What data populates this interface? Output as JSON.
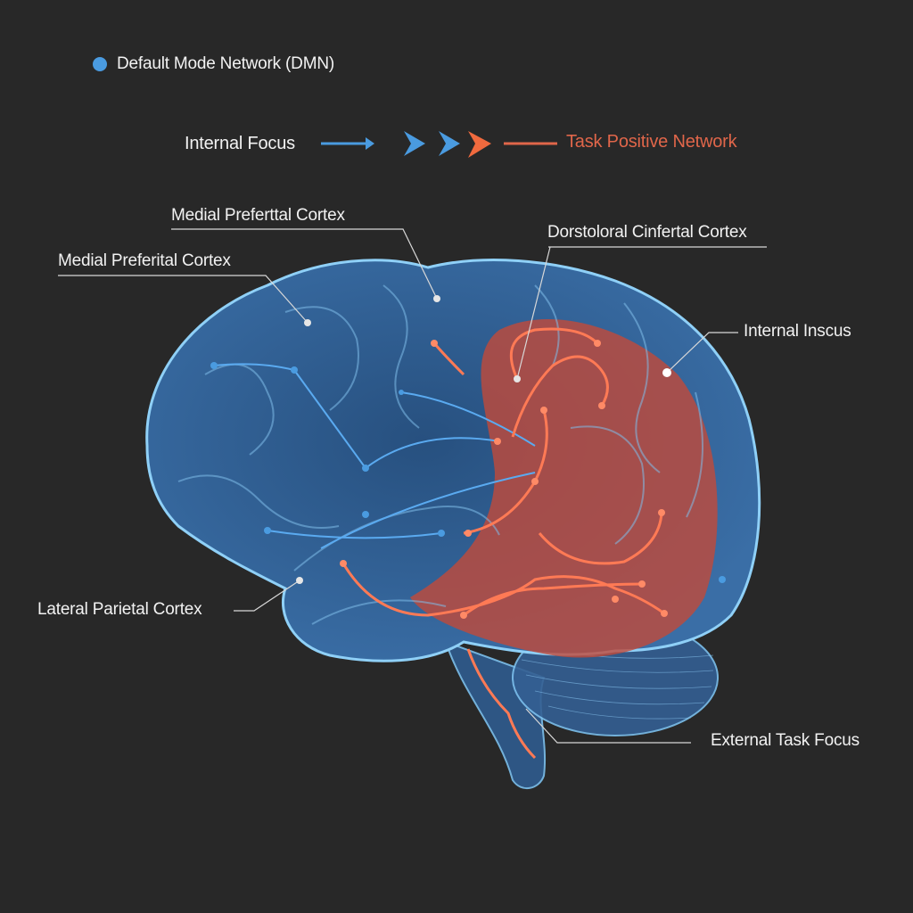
{
  "legend": {
    "label": "Default Mode Network (DMN)",
    "color": "#4a9be0"
  },
  "flow": {
    "left_label": "Internal Focus",
    "right_label": "Task Positive Network",
    "left_color": "#4a9be0",
    "right_color": "#e8613d"
  },
  "labels": {
    "medial_prefrontal_top": "Medial Preferttal Cortex",
    "medial_prefrontal_left": "Medial Preferital Cortex",
    "dorsolateral": "Dorstoloral Cinfertal Cortex",
    "internal_inscus": "Internal Inscus",
    "lateral_parietal": "Lateral Parietal Cortex",
    "external_task": "External Task Focus"
  },
  "colors": {
    "brain": "#2f5c91",
    "brain_edge": "#7cc0ee",
    "task_region": "#b0483a",
    "pathway": "#ff7a55"
  }
}
